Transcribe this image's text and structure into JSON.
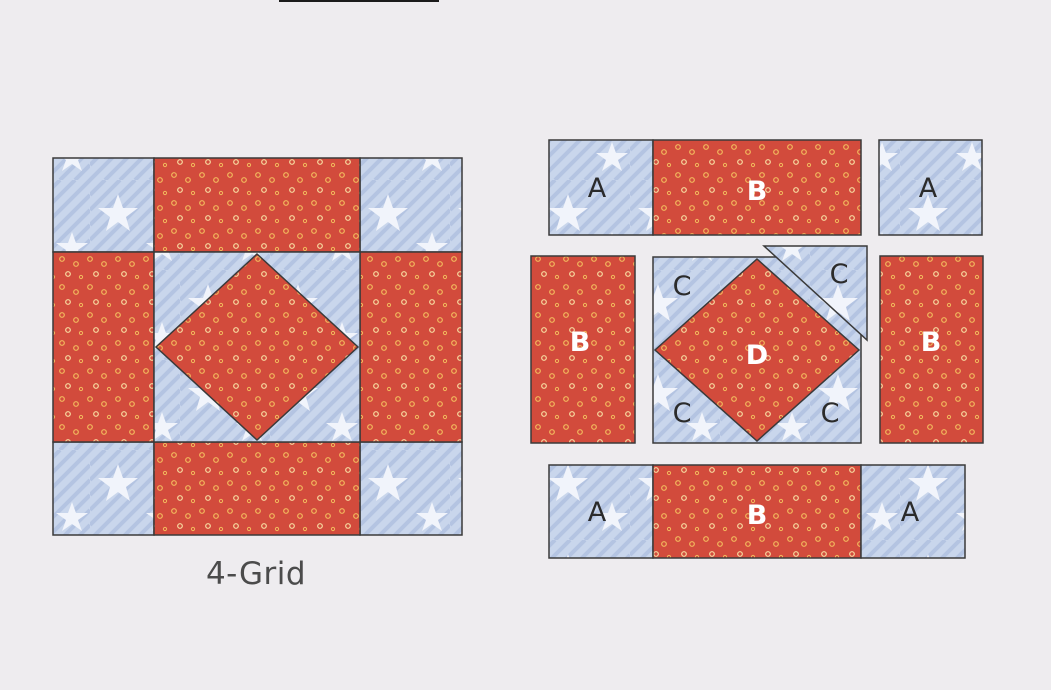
{
  "caption": "4-Grid",
  "colors": {
    "background": "#eeecef",
    "light_fabric": "#c9d6ec",
    "light_stripe": "#aebfde",
    "star": "#f1f4fb",
    "red_fabric": "#d24b3c",
    "red_dot": "#f2b85c",
    "seam": "#3a3a3a"
  },
  "labels": {
    "A": "A",
    "B": "B",
    "C": "C",
    "D": "D"
  }
}
